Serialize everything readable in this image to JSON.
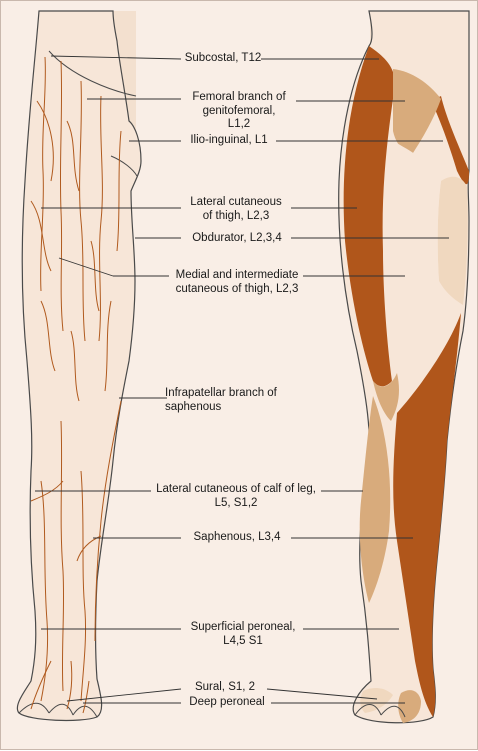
{
  "labels": [
    {
      "lines": [
        "Subcostal, T12"
      ]
    },
    {
      "lines": [
        "Femoral branch of",
        "genitofemoral,",
        "L1,2"
      ]
    },
    {
      "lines": [
        "Ilio-inguinal, L1"
      ]
    },
    {
      "lines": [
        "Lateral cutaneous",
        "of thigh, L2,3"
      ]
    },
    {
      "lines": [
        "Obdurator, L2,3,4"
      ]
    },
    {
      "lines": [
        "Medial and intermediate",
        "cutaneous of thigh, L2,3"
      ]
    },
    {
      "lines": [
        "Infrapatellar branch of",
        "saphenous"
      ]
    },
    {
      "lines": [
        "Lateral cutaneous of calf of leg,",
        "L5, S1,2"
      ]
    },
    {
      "lines": [
        "Saphenous, L3,4"
      ]
    },
    {
      "lines": [
        "Superficial peroneal,",
        "L4,5 S1"
      ]
    },
    {
      "lines": [
        "Sural, S1, 2"
      ]
    },
    {
      "lines": [
        "Deep peroneal"
      ]
    }
  ],
  "colors": {
    "skin": "#f7e6d8",
    "dark_zone": "#b0561b",
    "mid_zone": "#d8ab7c",
    "light_zone": "#f0d8bf",
    "nerve": "#b05a1e",
    "outline": "#4a4a4a",
    "leader": "#333333"
  }
}
